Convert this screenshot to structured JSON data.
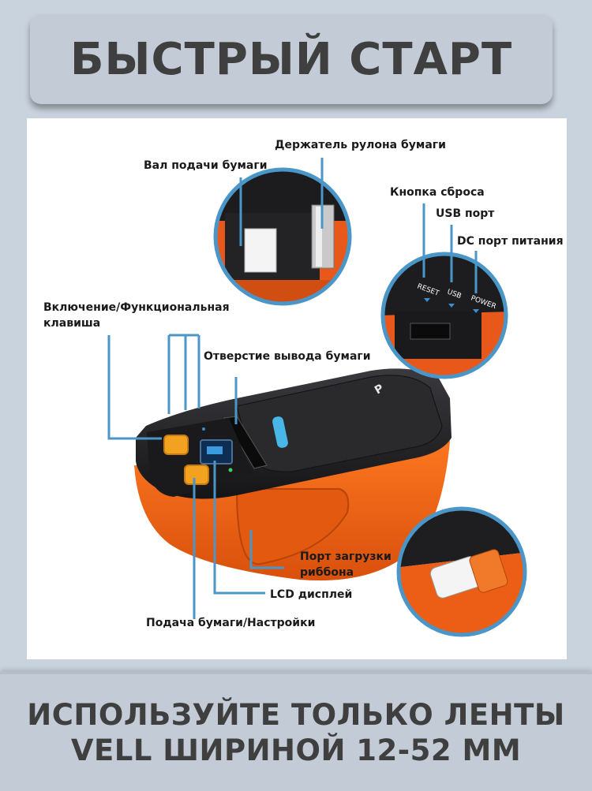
{
  "header": {
    "title": "БЫСТРЫЙ СТАРТ"
  },
  "labels": {
    "roll_holder": "Держатель рулона бумаги",
    "feed_roller": "Вал подачи бумаги",
    "reset_button": "Кнопка сброса",
    "usb_port": "USB порт",
    "dc_port": "DC порт питания",
    "power_key_line1": "Включение/Функциональная",
    "power_key_line2": "клавиша",
    "paper_exit": "Отверстие вывода бумаги",
    "ribbon_port_line1": "Порт загрузки",
    "ribbon_port_line2": "риббона",
    "lcd": "LCD дисплей",
    "feed_settings": "Подача бумаги/Настройки"
  },
  "port_labels": {
    "reset": "RESET",
    "usb": "USB",
    "power": "POWER"
  },
  "footer": {
    "line1": "ИСПОЛЬЗУЙТЕ ТОЛЬКО ЛЕНТЫ",
    "line2": "VELL ШИРИНОЙ 12-52 ММ"
  },
  "colors": {
    "accent_blue": "#3b8fd0",
    "body_orange": "#f26a1b",
    "body_black": "#1e1e20",
    "text_gray": "#3f3f3f"
  }
}
